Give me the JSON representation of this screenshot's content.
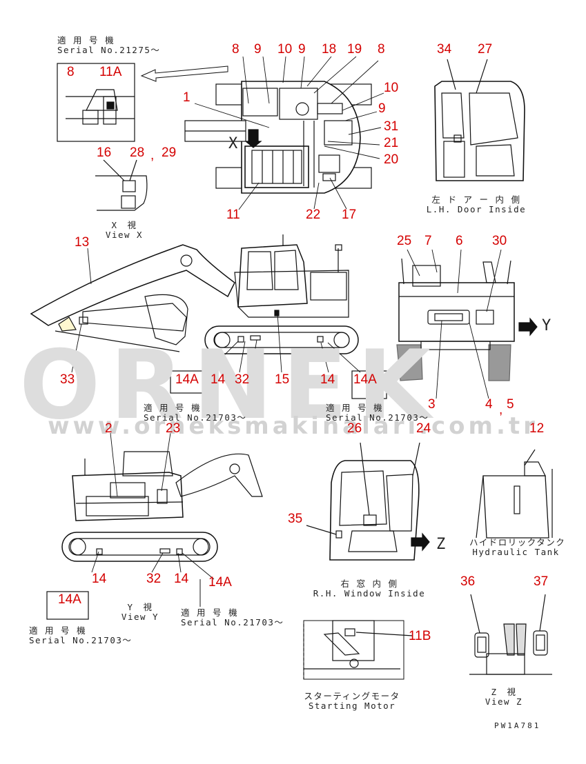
{
  "watermark": {
    "logo": "ORNEK",
    "url": "www.orneksmakinalari.com.tr"
  },
  "drawing_code": "PW1A781",
  "captions": {
    "serial_top": {
      "jp": "適 用 号 機",
      "en": "Serial No.21275～"
    },
    "view_x": {
      "jp": "X　視",
      "en": "View X"
    },
    "lh_door": {
      "jp": "左 ド ア ー 内 側",
      "en": "L.H. Door Inside"
    },
    "serial_mid_left": {
      "jp": "適 用 号 機",
      "en": "Serial No.21703～"
    },
    "serial_mid_right": {
      "jp": "適 用 号 機",
      "en": "Serial No.21703～"
    },
    "serial_low_right": {
      "jp": "適 用 号 機",
      "en": "Serial No.21703～"
    },
    "serial_low_left": {
      "jp": "適 用 号 機",
      "en": "Serial No.21703～"
    },
    "view_y": {
      "jp": "Y　視",
      "en": "View Y"
    },
    "rh_window": {
      "jp": "右 窓 内 側",
      "en": "R.H. Window Inside"
    },
    "hyd_tank": {
      "jp": "ハイドロリックタンク",
      "en": "Hydraulic Tank"
    },
    "starting_motor": {
      "jp": "スターティングモータ",
      "en": "Starting Motor"
    },
    "view_z": {
      "jp": "Z　視",
      "en": "View Z"
    }
  },
  "view_letters": {
    "x": "X",
    "y": "Y",
    "z": "Z"
  },
  "callouts": {
    "c8a": "8",
    "c9a": "9",
    "c10a": "10",
    "c9b": "9",
    "c18": "18",
    "c19": "19",
    "c8b": "8",
    "c34": "34",
    "c27": "27",
    "c8c": "8",
    "c11a": "11A",
    "c1": "1",
    "c10b": "10",
    "c9c": "9",
    "c31": "31",
    "c21": "21",
    "c20": "20",
    "c16": "16",
    "c28": "28",
    "c29": "29",
    "comma1": ",",
    "c11": "11",
    "c22": "22",
    "c17": "17",
    "c13": "13",
    "c25": "25",
    "c7": "7",
    "c6": "6",
    "c30": "30",
    "c33": "33",
    "c14a_l": "14A",
    "c14_l": "14",
    "c32": "32",
    "c15": "15",
    "c14_r": "14",
    "c14a_r": "14A",
    "c3": "3",
    "c4": "4",
    "c5": "5",
    "comma2": ",",
    "c2": "2",
    "c23": "23",
    "c26": "26",
    "c24": "24",
    "c12": "12",
    "c35": "35",
    "c14_b1": "14",
    "c32b": "32",
    "c14_b2": "14",
    "c14a_b1": "14A",
    "c14a_b2": "14A",
    "c36": "36",
    "c37": "37",
    "c11b": "11B"
  }
}
